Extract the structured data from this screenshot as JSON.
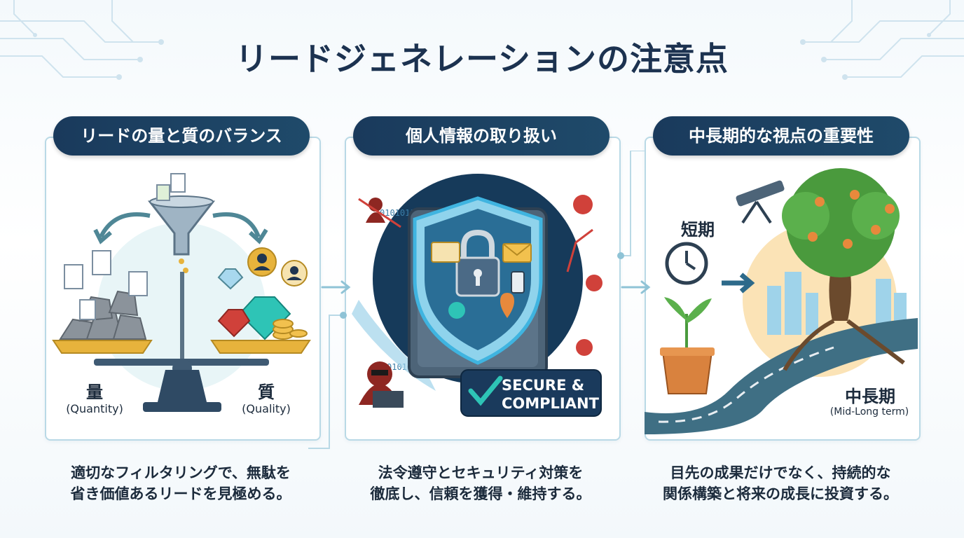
{
  "title": "リードジェネレーションの注意点",
  "panels": [
    {
      "heading": "リードの量と質のバランス",
      "label_quantity": "量",
      "label_quantity_en": "(Quantity)",
      "label_quality": "質",
      "label_quality_en": "(Quality)",
      "caption_line1": "適切なフィルタリングで、無駄を",
      "caption_line2": "省き価値あるリードを見極める。",
      "icons": [
        "funnel-icon",
        "scale-icon",
        "rock-icon",
        "document-icon",
        "gem-icon",
        "coin-icon",
        "person-badge-icon",
        "arrow-icon"
      ]
    },
    {
      "heading": "個人情報の取り扱い",
      "badge_line1": "SECURE &",
      "badge_line2": "COMPLIANT",
      "caption_line1": "法令遵守とセキュリティ対策を",
      "caption_line2": "徹底し、信頼を獲得・維持する。",
      "binary_text": "0101011000110101",
      "icons": [
        "shield-icon",
        "padlock-icon",
        "id-card-icon",
        "mail-icon",
        "phone-icon",
        "location-pin-icon",
        "virus-icon",
        "hacker-icon",
        "checkmark-icon",
        "safe-icon"
      ]
    },
    {
      "heading": "中長期的な視点の重要性",
      "label_short": "短期",
      "label_long": "中長期",
      "label_long_en": "(Mid-Long term)",
      "caption_line1": "目先の成果だけでなく、持続的な",
      "caption_line2": "関係構築と将来の成長に投資する。",
      "icons": [
        "clock-icon",
        "sprout-pot-icon",
        "tree-icon",
        "telescope-icon",
        "road-icon",
        "city-icon",
        "arrow-icon"
      ]
    }
  ],
  "colors": {
    "navy": "#1c3250",
    "pill": "#1a3a5c",
    "panel_border": "#b9d9e6",
    "teal": "#2f8f9a",
    "gold": "#e7b33c",
    "gem": "#2ec4b6",
    "red": "#d0413a",
    "green": "#4a9a3d"
  }
}
